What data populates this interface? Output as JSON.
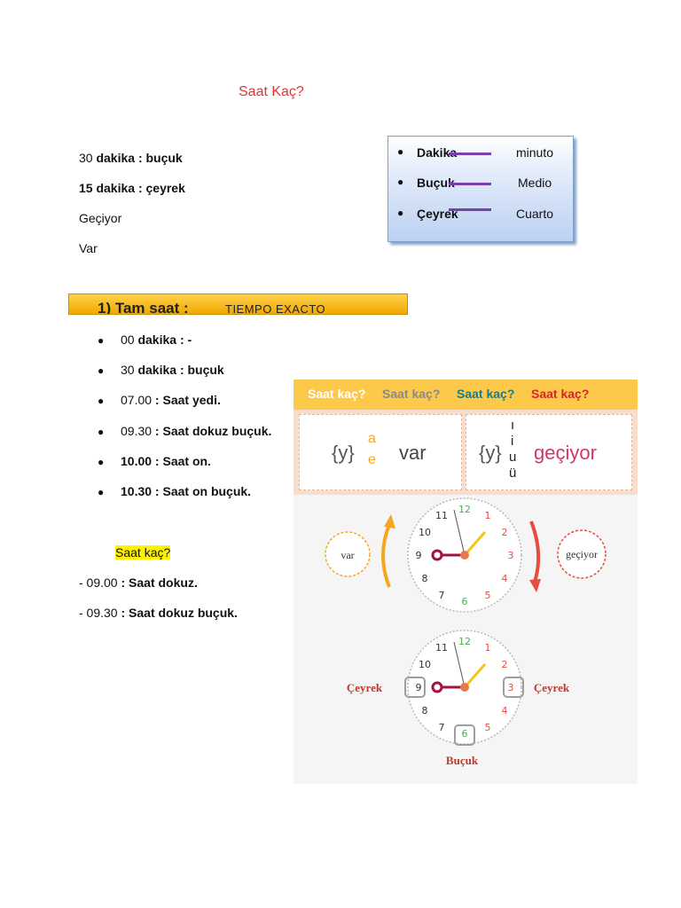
{
  "title": "Saat Kaç?",
  "intro_lines": [
    {
      "num": "30",
      "text": " dakika : buçuk"
    },
    {
      "num": "15",
      "text": " dakika : çeyrek"
    },
    {
      "num": "",
      "text": "Geçiyor"
    },
    {
      "num": "",
      "text": "Var"
    }
  ],
  "vocab": [
    {
      "tr": "Dakika",
      "es": "minuto"
    },
    {
      "tr": "Buçuk",
      "es": "Medio"
    },
    {
      "tr": "Çeyrek",
      "es": "Cuarto"
    }
  ],
  "banner": {
    "num_label": "1) Tam saat :",
    "es_label": "TIEMPO EXACTO"
  },
  "bullets": [
    {
      "num": "00",
      "text": " dakika :  -"
    },
    {
      "num": "30",
      "text": " dakika : buçuk"
    },
    {
      "num": "07.00",
      "text": " : Saat yedi."
    },
    {
      "num": "09.30",
      "text": " : Saat dokuz buçuk."
    },
    {
      "num": "10.00",
      "text": " : Saat on."
    },
    {
      "num": "10.30",
      "text": " : Saat on buçuk."
    }
  ],
  "highlight": "Saat kaç?",
  "dash_lines": [
    {
      "num": "- 09.00",
      "text": " : Saat dokuz."
    },
    {
      "num": "- 09.30",
      "text": " : Saat dokuz buçuk."
    }
  ],
  "infographic": {
    "headers": [
      {
        "text": "Saat kaç?",
        "color": "#ffffff"
      },
      {
        "text": "Saat kaç?",
        "color": "#8a8a8a"
      },
      {
        "text": "Saat kaç?",
        "color": "#1f7a86"
      },
      {
        "text": "Saat kaç?",
        "color": "#d6262b"
      }
    ],
    "left_suffix": {
      "y": "{y}",
      "v1": "a",
      "v2": "e",
      "word": "var"
    },
    "right_suffix": {
      "y": "{y}",
      "v1": "ı",
      "v2": "i",
      "v3": "u",
      "v4": "ü",
      "word": "geçiyor"
    },
    "var_label": "var",
    "geciyor_label": "geçiyor",
    "ceyrek_label": "Çeyrek",
    "bucuk_label": "Buçuk",
    "clock_numbers": [
      "12",
      "1",
      "2",
      "3",
      "4",
      "5",
      "6",
      "7",
      "8",
      "9",
      "10",
      "11"
    ],
    "colors": {
      "orange": "#f5a623",
      "red": "#e84c3d",
      "maroon": "#a0143c",
      "green": "#4caf50"
    }
  }
}
